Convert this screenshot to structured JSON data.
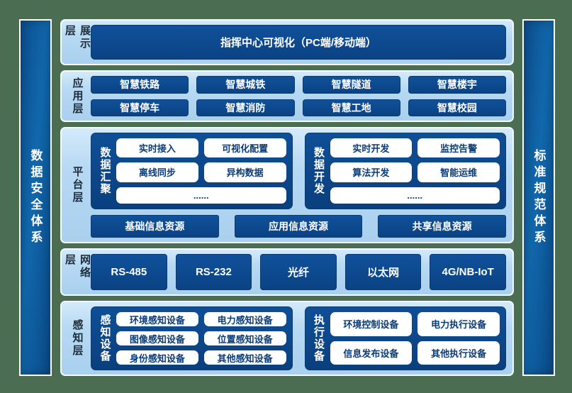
{
  "pillars": {
    "left": "数据安全体系",
    "right": "标准规范体系"
  },
  "layers": {
    "display": {
      "label": "展示层",
      "main_box": "指挥中心可视化（PC端/移动端）"
    },
    "application": {
      "label": "应用层",
      "items": [
        "智慧铁路",
        "智慧城铁",
        "智慧隧道",
        "智慧楼宇",
        "智慧停车",
        "智慧消防",
        "智慧工地",
        "智慧校园"
      ]
    },
    "platform": {
      "label": "平台层",
      "groups": [
        {
          "label": "数据汇聚",
          "items": [
            "实时接入",
            "可视化配置",
            "离线同步",
            "异构数据"
          ],
          "more": "......"
        },
        {
          "label": "数据开发",
          "items": [
            "实时开发",
            "监控告警",
            "算法开发",
            "智能运维"
          ],
          "more": "......"
        }
      ],
      "resources": [
        "基础信息资源",
        "应用信息资源",
        "共享信息资源"
      ]
    },
    "network": {
      "label": "网络层",
      "items": [
        "RS-485",
        "RS-232",
        "光纤",
        "以太网",
        "4G/NB-IoT"
      ]
    },
    "perception": {
      "label": "感知层",
      "groups": [
        {
          "label": "感知设备",
          "items": [
            "环境感知设备",
            "电力感知设备",
            "图像感知设备",
            "位置感知设备",
            "身份感知设备",
            "其他感知设备"
          ]
        },
        {
          "label": "执行设备",
          "items": [
            "环境控制设备",
            "电力执行设备",
            "信息发布设备",
            "其他执行设备"
          ]
        }
      ]
    }
  },
  "colors": {
    "background_green": "#4b6e52",
    "panel_light_blue": "#b7d9f3",
    "navy_box": "#0d4a8e",
    "pillar_blue": "#0e5a9c",
    "white_box_text": "#0b3c77",
    "layer_label_text": "#1d2c3c"
  }
}
